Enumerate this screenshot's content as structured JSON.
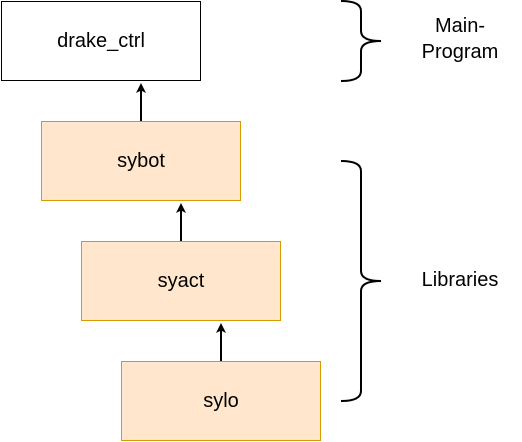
{
  "nodes": {
    "drake_ctrl": "drake_ctrl",
    "sybot": "sybot",
    "syact": "syact",
    "sylo": "sylo"
  },
  "labels": {
    "main_line1": "Main-",
    "main_line2": "Program",
    "libraries": "Libraries"
  },
  "edges": [
    {
      "from": "sylo",
      "to": "syact"
    },
    {
      "from": "syact",
      "to": "sybot"
    },
    {
      "from": "sybot",
      "to": "drake_ctrl"
    }
  ],
  "colors": {
    "main_fill": "#ffffff",
    "main_stroke": "#000000",
    "lib_fill": "#ffe6cc",
    "lib_stroke": "#d79b00",
    "line": "#000000"
  }
}
